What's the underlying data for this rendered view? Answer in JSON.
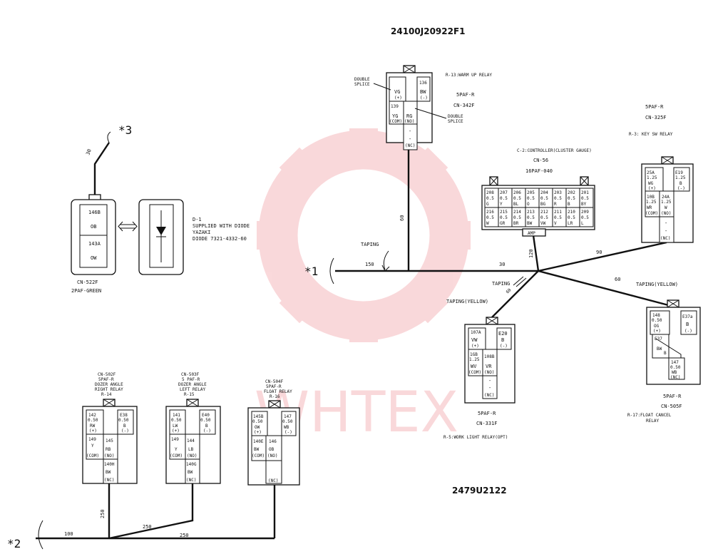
{
  "doc": {
    "code_top": "24100J20922F1",
    "code_bottom": "2479U2122"
  },
  "watermark": {
    "text": "WHTEX",
    "color": "#e8505b"
  },
  "markers": {
    "m1": "*1",
    "m2": "*2",
    "m3": "*3"
  },
  "lengths": {
    "l30_cn522": "30",
    "l60_r13": "60",
    "l150": "150",
    "l30_main": "30",
    "l120": "120",
    "l90": "90",
    "l60_r17": "60",
    "l60_r5": "60",
    "l250_v": "250",
    "l100": "100",
    "l250_a": "250",
    "l250_b": "250"
  },
  "taping": {
    "t1": "TAPING",
    "t2": "TAPING",
    "t3": "TAPING(YELLOW)",
    "t4": "TAPING(YELLOW)"
  },
  "cn522": {
    "c1": "146B",
    "c2": "OB",
    "c3": "143A",
    "c4": "OW",
    "name": "CN-522F",
    "type": "2PAF-GREEN"
  },
  "diode": {
    "l1": "D-1",
    "l2": "SUPPLIED WITH DIODE",
    "l3": "YAZAKI",
    "l4": "DIODE 7321-4332-60"
  },
  "r13": {
    "title": "R-13:WARM UP RELAY",
    "type": "5PAF-R",
    "cn": "CN-342F",
    "splice1a": "DOUBLE",
    "splice1b": "SPLICE",
    "splice2a": "DOUBLE",
    "splice2b": "SPLICE",
    "a1": "VG",
    "a2": "(+)",
    "b1": "136",
    "b2": "BW",
    "b3": "(-)",
    "c1": "139",
    "c2": "YG",
    "c3": "(COM)",
    "d1": "RG",
    "d2": "(NO)",
    "e1": "-",
    "e2": "-",
    "e3": "(NC)"
  },
  "c2": {
    "title": "C-2:CONTROLLER(CLUSTER GAUGE)",
    "cn": "CN-56",
    "type": "16PAF-040",
    "amp": "AMP",
    "top": [
      [
        "208",
        "0.5",
        "G"
      ],
      [
        "207",
        "0.5",
        "Y"
      ],
      [
        "206",
        "0.5",
        "BL"
      ],
      [
        "205",
        "0.5",
        "O"
      ],
      [
        "204",
        "0.5",
        "BG"
      ],
      [
        "203",
        "0.5",
        "R"
      ],
      [
        "202",
        "0.5",
        "B"
      ],
      [
        "201",
        "0.5",
        "BY"
      ]
    ],
    "bottom": [
      [
        "216",
        "0.5",
        "W"
      ],
      [
        "215",
        "0.5",
        "GR"
      ],
      [
        "214",
        "0.5",
        "BR"
      ],
      [
        "213",
        "0.5",
        "BW"
      ],
      [
        "212",
        "0.5",
        "VW"
      ],
      [
        "211",
        "0.5",
        "V"
      ],
      [
        "210",
        "0.5",
        "LR"
      ],
      [
        "209",
        "0.5",
        "L"
      ]
    ]
  },
  "r3": {
    "type": "5PAF-R",
    "cn": "CN-325F",
    "title": "R-3: KEY SW RELAY",
    "a1": "25A",
    "a2": "1.25",
    "a3": "WG",
    "a4": "(+)",
    "b1": "E19",
    "b2": "1.25",
    "b3": "B",
    "b4": "(-)",
    "c1": "10B",
    "c2": "1.25",
    "c3": "WR",
    "c4": "(COM)",
    "d1": "24A",
    "d2": "1.25",
    "d3": "W",
    "d4": "(NO)",
    "e1": "-",
    "e2": "-",
    "e3": "(NC)"
  },
  "r5": {
    "type": "5PAF-R",
    "cn": "CN-331F",
    "title": "R-5:WORK LIGHT RELAY(OPT)",
    "a1": "107A",
    "a2": "VW",
    "a3": "(+)",
    "b1": "E20",
    "b2": "B",
    "b3": "(-)",
    "c1": "1GB",
    "c2": "1.25",
    "c3": "WV",
    "c4": "(COM)",
    "d1": "108B",
    "d2": "VR",
    "d3": "(NO)",
    "e1": "-",
    "e2": "-",
    "e3": "(NC)"
  },
  "r17": {
    "type": "5PAF-R",
    "cn": "CN-505F",
    "title1": "R-17:FLOAT CANCEL",
    "title2": "RELAY",
    "a1": "148",
    "a2": "0.50",
    "a3": "OG",
    "a4": "(+)",
    "b1": "E37a",
    "b2": "B",
    "b3": "(-)",
    "c1": "E37",
    "c2": "BW",
    "c3": "B",
    "d1": "147",
    "d2": "0.50",
    "d3": "WB",
    "d4": "(NC)"
  },
  "r14": {
    "cn": "CN-502F",
    "type": "5PAF-R",
    "desc1": "DOZER ANGLE",
    "desc2": "RIGHT RELAY",
    "id": "R-14",
    "a1": "142",
    "a2": "0.50",
    "a3": "RW",
    "a4": "(+)",
    "b1": "E38",
    "b2": "0.50",
    "b3": "B",
    "b4": "(-)",
    "c1": "149",
    "c2": "Y",
    "c3": "(COM)",
    "d1": "145",
    "d2": "RB",
    "d3": "(NO)",
    "e1": "140H",
    "e2": "BW",
    "e3": "(NC)"
  },
  "r15": {
    "cn": "CN-503F",
    "type": "5 PAF-R",
    "desc1": "DOZER ANGLE",
    "desc2": "LEFT RELAY",
    "id": "R-15",
    "a1": "141",
    "a2": "0.50",
    "a3": "LW",
    "a4": "(+)",
    "b1": "E40",
    "b2": "0.50",
    "b3": "B",
    "b4": "(-)",
    "c1": "149",
    "c2": "Y",
    "c3": "(COM)",
    "d1": "144",
    "d2": "LB",
    "d3": "(NO)",
    "e1": "140G",
    "e2": "BW",
    "e3": "(NC)"
  },
  "r16": {
    "cn": "CN-504F",
    "type": "5PAF-R",
    "desc1": "FLOAT RELAY",
    "id": "R-16",
    "a1": "145B",
    "a2": "0.50",
    "a3": "OW",
    "a4": "(+)",
    "b1": "147",
    "b2": "0.50",
    "b3": "WB",
    "b4": "(-)",
    "c1": "140E",
    "c2": "BW",
    "c3": "(COM)",
    "d1": "146",
    "d2": "OB",
    "d3": "(NO)",
    "e1": "(NC)"
  }
}
